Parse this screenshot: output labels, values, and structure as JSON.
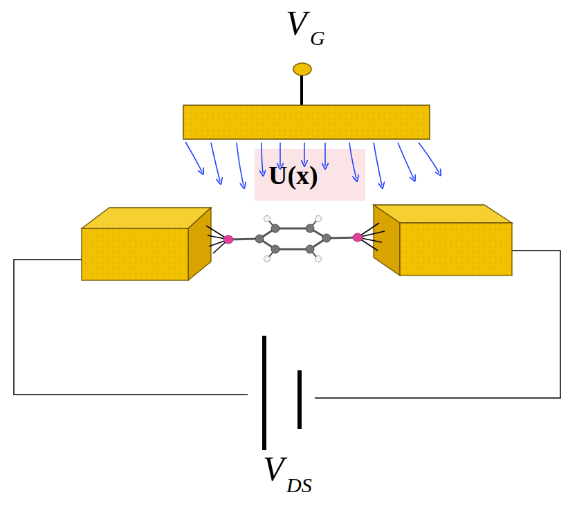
{
  "diagram": {
    "labels": [
      "V",
      "G",
      "U(x)",
      "V",
      "DS"
    ]
  }
}
